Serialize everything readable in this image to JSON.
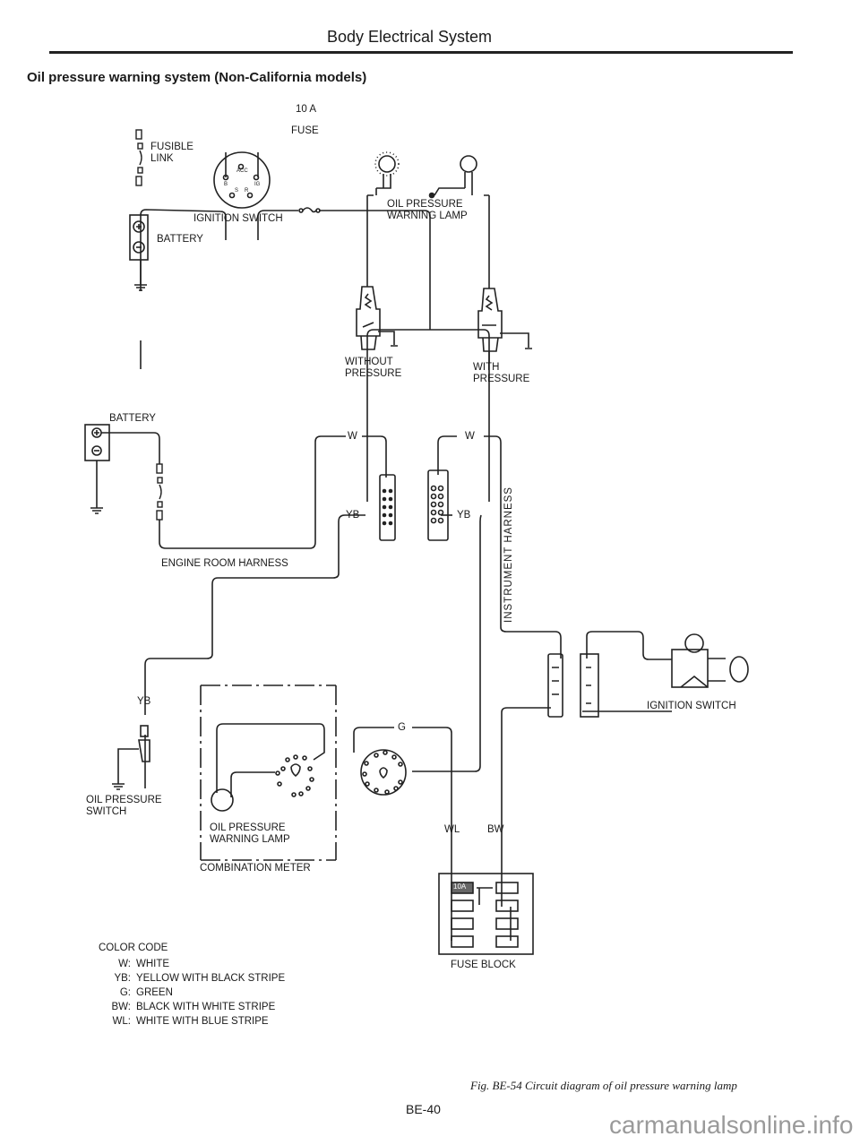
{
  "header": {
    "title": "Body Electrical System"
  },
  "section_title": "Oil pressure warning system (Non-California models)",
  "top_diagram": {
    "fuse_rating": "10 A",
    "fuse_label": "FUSE",
    "fusible_link_label": "FUSIBLE\nLINK",
    "ignition_switch_label": "IGNITION SWITCH",
    "ignition_terminals": [
      "ACC",
      "B",
      "IG",
      "S",
      "R"
    ],
    "battery_label": "BATTERY",
    "lamp_label": "OIL PRESSURE\nWARNING LAMP",
    "switch_without_label": "WITHOUT\nPRESSURE",
    "switch_with_label": "WITH\nPRESSURE"
  },
  "bottom_diagram": {
    "battery_label": "BATTERY",
    "engine_room_harness_label": "ENGINE ROOM HARNESS",
    "instrument_harness_label": "INSTRUMENT HARNESS",
    "wire_w_1": "W",
    "wire_w_2": "W",
    "wire_yb_1": "YB",
    "wire_yb_2": "YB",
    "wire_yb_3": "YB",
    "wire_g": "G",
    "wire_wl": "WL",
    "wire_bw": "BW",
    "oil_pressure_switch_label": "OIL PRESSURE\nSWITCH",
    "meter_lamp_label": "OIL PRESSURE\nWARNING LAMP",
    "combination_meter_label": "COMBINATION METER",
    "ignition_switch_label": "IGNITION SWITCH",
    "fuse_block_label": "FUSE BLOCK",
    "fuse_block_fuse": "10A"
  },
  "color_code": {
    "title": "COLOR CODE",
    "entries": [
      {
        "code": "W:",
        "meaning": "WHITE"
      },
      {
        "code": "YB:",
        "meaning": "YELLOW WITH BLACK STRIPE"
      },
      {
        "code": "G:",
        "meaning": "GREEN"
      },
      {
        "code": "BW:",
        "meaning": "BLACK WITH WHITE STRIPE"
      },
      {
        "code": "WL:",
        "meaning": "WHITE WITH BLUE STRIPE"
      }
    ]
  },
  "caption": {
    "fig": "Fig. BE-54",
    "text": "Circuit diagram of oil pressure warning lamp"
  },
  "page_number": "BE-40",
  "watermark": "carmanualsonline.info"
}
